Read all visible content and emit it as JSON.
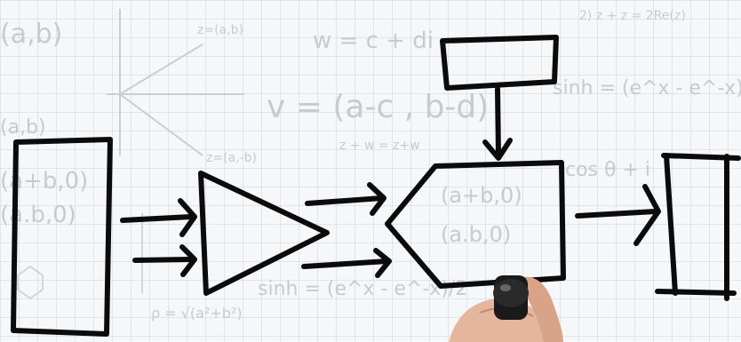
{
  "background_formulas": {
    "top_left_pair": "(a,b)",
    "vector_label_top": "z=(a,b)",
    "vector_label_bottom": "z=(a,-b)",
    "w_formula": "w = c + di",
    "v_formula": "v = (a-c , b-d)",
    "sinh_formula": "sinh = (e^x - e^-x)/2",
    "sum_formula": "z + w = z+w",
    "top_right_formula": "2) z + z = 2Re(z)",
    "pair_ab0": "(a+b,0)",
    "pair_a_b_0": "(a.b,0)",
    "rho_formula": "ρ = √(a²+b²)",
    "cos_formula": "cos θ + i",
    "bottom_left_pair": "(a,b)"
  },
  "colors": {
    "ink": "#0b0b0b",
    "faint_formula": "#c5cbd1",
    "grid": "#a0afbe",
    "paper": "#f5f7f9",
    "hand_skin": "#e6b59e",
    "marker": "#1a1a1a"
  },
  "diagram": {
    "shapes": [
      "input-rectangle",
      "triangle-amplifier",
      "hexagon-processor",
      "top-box",
      "output-rectangle"
    ],
    "arrows": [
      "input-to-triangle-upper",
      "input-to-triangle-lower",
      "triangle-to-hexagon-upper",
      "triangle-to-hexagon-lower",
      "top-box-to-hexagon",
      "hexagon-to-output"
    ]
  }
}
